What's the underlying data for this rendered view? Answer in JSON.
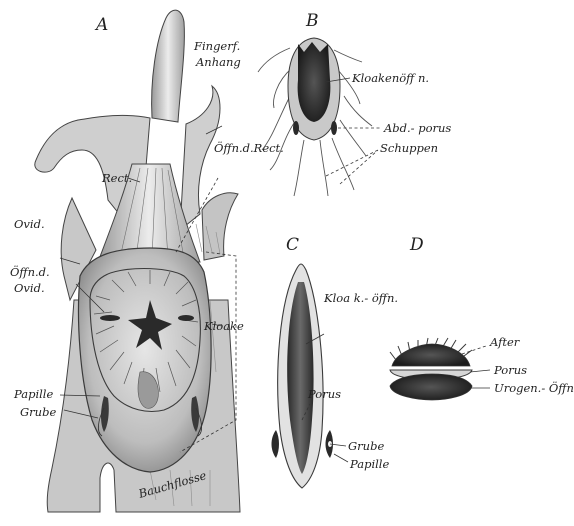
{
  "panels": {
    "A": "A",
    "B": "B",
    "C": "C",
    "D": "D"
  },
  "labels_A": {
    "fingerf_1": "Fingerf.",
    "fingerf_2": "Anhang",
    "oeffn_rect": "Öffn.d.Rect.",
    "rect": "Rect.",
    "ovid": "Ovid.",
    "oeffn_ovid_1": "Öffn.d.",
    "oeffn_ovid_2": "Ovid.",
    "kloake": "Kloake",
    "papille": "Papille",
    "grube": "Grube",
    "bauchflosse": "Bauchflosse"
  },
  "labels_B": {
    "kloakenoeffn": "Kloakenöff n.",
    "abd_porus": "Abd.- porus",
    "schuppen": "Schuppen"
  },
  "labels_C": {
    "kloak_oeffn": "Kloa k.- öffn.",
    "porus": "Porus",
    "grube": "Grube",
    "papille": "Papille"
  },
  "labels_D": {
    "after": "After",
    "porus": "Porus",
    "urogen": "Urogen.- Öffn."
  }
}
